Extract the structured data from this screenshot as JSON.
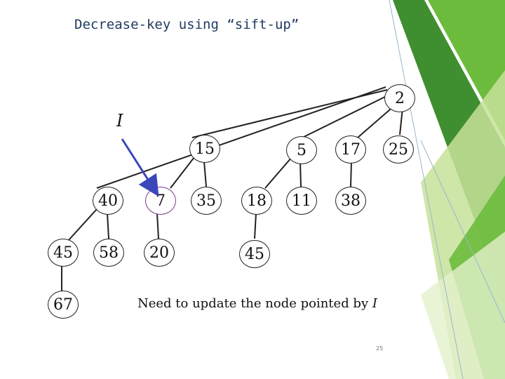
{
  "title": "Decrease-key using “sift-up”",
  "pointer_label": "I",
  "caption": {
    "text": "Need to update the node pointed by",
    "pointer": "I"
  },
  "page_number": "25",
  "nodes": {
    "n2": "2",
    "n15": "15",
    "n5": "5",
    "n17": "17",
    "n25": "25",
    "n40": "40",
    "n7": "7",
    "n35": "35",
    "n18": "18",
    "n11": "11",
    "n38": "38",
    "n45a": "45",
    "n58": "58",
    "n20": "20",
    "n45b": "45",
    "n67": "67"
  },
  "colors": {
    "green_dark": "#3f8e2f",
    "green_mid": "#6cbb3c",
    "green_light": "#c7e29a",
    "pointer_arrow": "#3b47b8",
    "highlight_node_border": "#7a3b8c"
  }
}
